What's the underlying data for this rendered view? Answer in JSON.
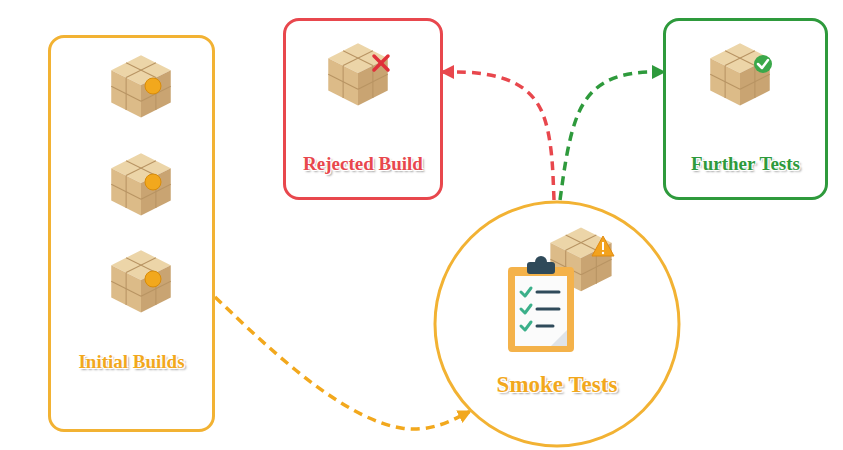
{
  "diagram": {
    "nodes": [
      {
        "text": [
          "Initial Builds"
        ]
      },
      {
        "text": [
          "Rejected Build"
        ]
      },
      {
        "text": [
          "Further Tests"
        ]
      },
      {
        "text": [
          "Smoke Tests"
        ]
      }
    ],
    "edges": [
      {
        "from": 0,
        "to": 3,
        "arrow": "to"
      },
      {
        "from": 3,
        "to": 1,
        "arrow": "to"
      },
      {
        "from": 3,
        "to": 2,
        "arrow": "to"
      }
    ]
  }
}
